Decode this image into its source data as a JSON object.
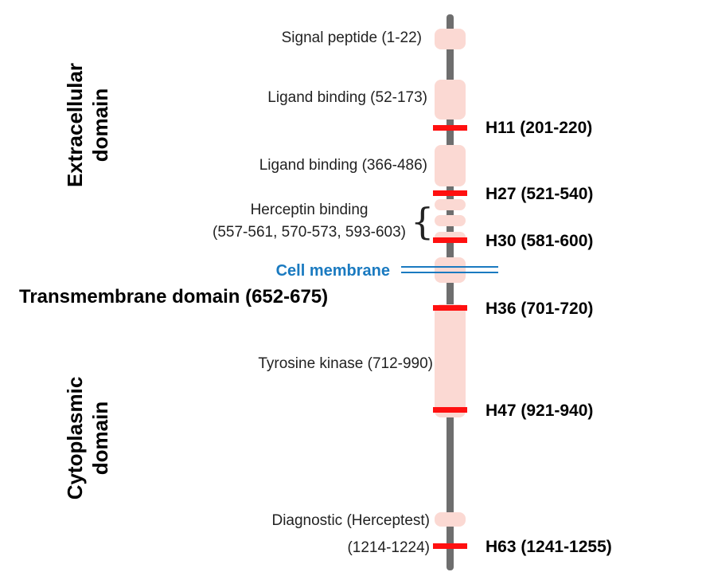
{
  "side_labels": {
    "extracellular": [
      "Extracellular",
      "domain"
    ],
    "cytoplasmic": [
      "Cytoplasmic",
      "domain"
    ]
  },
  "regions": {
    "signal_peptide": "Signal peptide (1-22)",
    "ligand_binding_1": "Ligand binding (52-173)",
    "ligand_binding_2": "Ligand binding (366-486)",
    "herceptin_binding": [
      "Herceptin binding",
      "(557-561, 570-573, 593-603)"
    ],
    "transmembrane": "Transmembrane domain (652-675)",
    "tyrosine_kinase": "Tyrosine kinase (712-990)",
    "diagnostic": [
      "Diagnostic (Herceptest)",
      "(1214-1224)"
    ]
  },
  "membrane": {
    "label": "Cell membrane",
    "color": "#1a7ac0"
  },
  "markers": [
    {
      "id": "H11",
      "label": "H11 (201-220)"
    },
    {
      "id": "H27",
      "label": "H27 (521-540)"
    },
    {
      "id": "H30",
      "label": "H30 (581-600)"
    },
    {
      "id": "H36",
      "label": "H36 (701-720)"
    },
    {
      "id": "H47",
      "label": "H47 (921-940)"
    },
    {
      "id": "H63",
      "label": "H63 (1241-1255)"
    }
  ],
  "colors": {
    "axis": "#6e6e6e",
    "block": "#fbd9d3",
    "marker": "#ff1010"
  }
}
